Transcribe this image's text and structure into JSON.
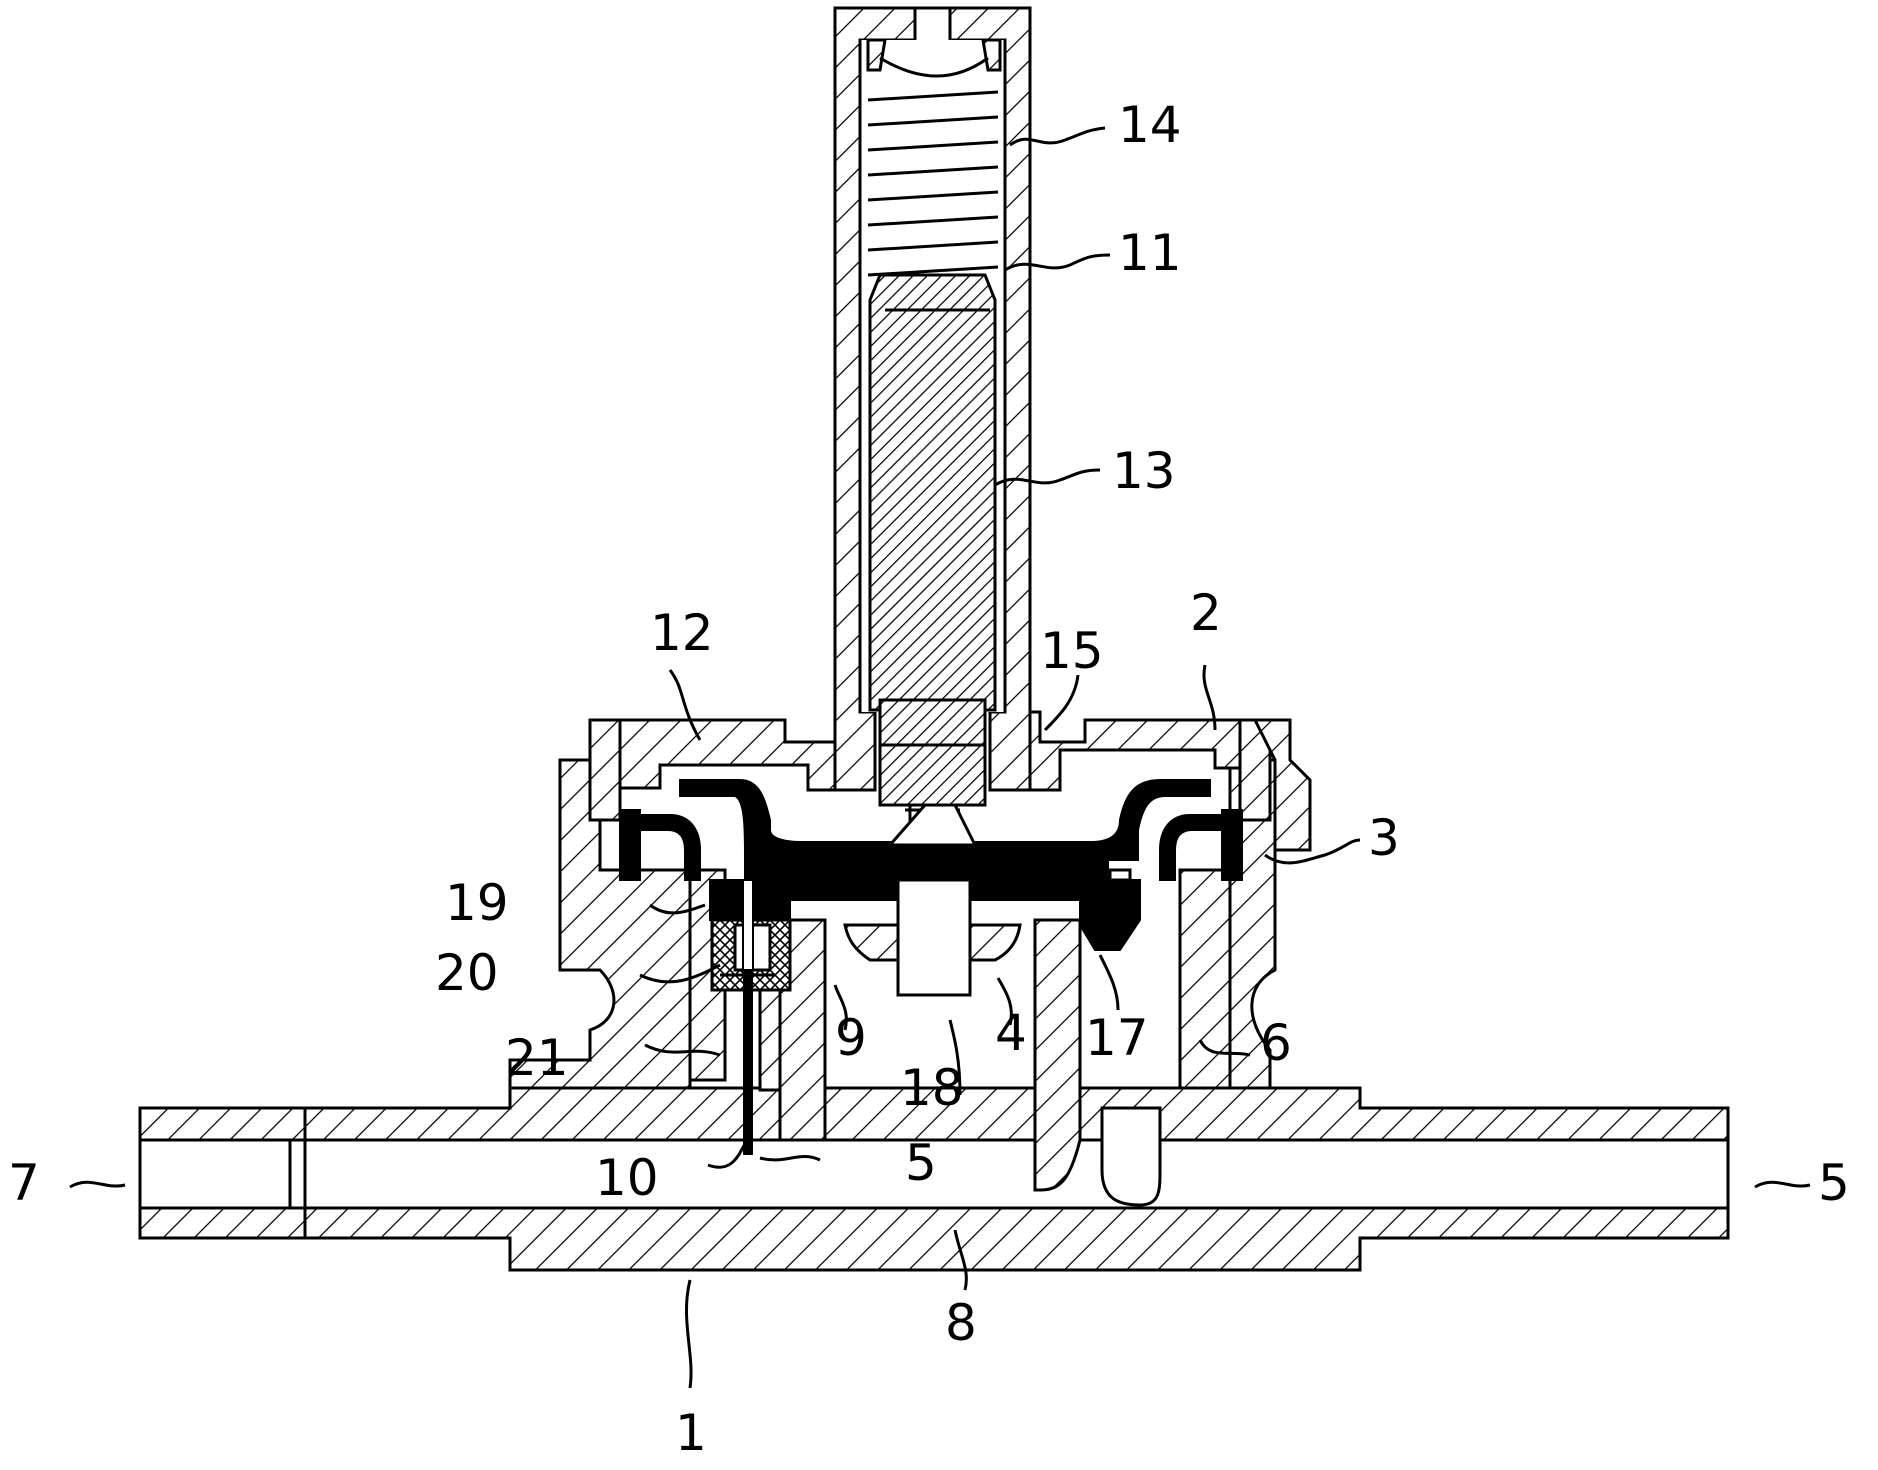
{
  "figure": {
    "labels": [
      {
        "id": "14",
        "text": "14"
      },
      {
        "id": "11",
        "text": "11"
      },
      {
        "id": "13",
        "text": "13"
      },
      {
        "id": "12",
        "text": "12"
      },
      {
        "id": "2",
        "text": "2"
      },
      {
        "id": "15",
        "text": "15"
      },
      {
        "id": "3",
        "text": "3"
      },
      {
        "id": "19",
        "text": "19"
      },
      {
        "id": "20",
        "text": "20"
      },
      {
        "id": "9",
        "text": "9"
      },
      {
        "id": "4",
        "text": "4"
      },
      {
        "id": "17",
        "text": "17"
      },
      {
        "id": "6",
        "text": "6"
      },
      {
        "id": "21",
        "text": "21"
      },
      {
        "id": "18",
        "text": "18"
      },
      {
        "id": "7",
        "text": "7"
      },
      {
        "id": "10",
        "text": "10"
      },
      {
        "id": "5a",
        "text": "5"
      },
      {
        "id": "5b",
        "text": "5"
      },
      {
        "id": "8",
        "text": "8"
      },
      {
        "id": "1",
        "text": "1"
      }
    ]
  }
}
